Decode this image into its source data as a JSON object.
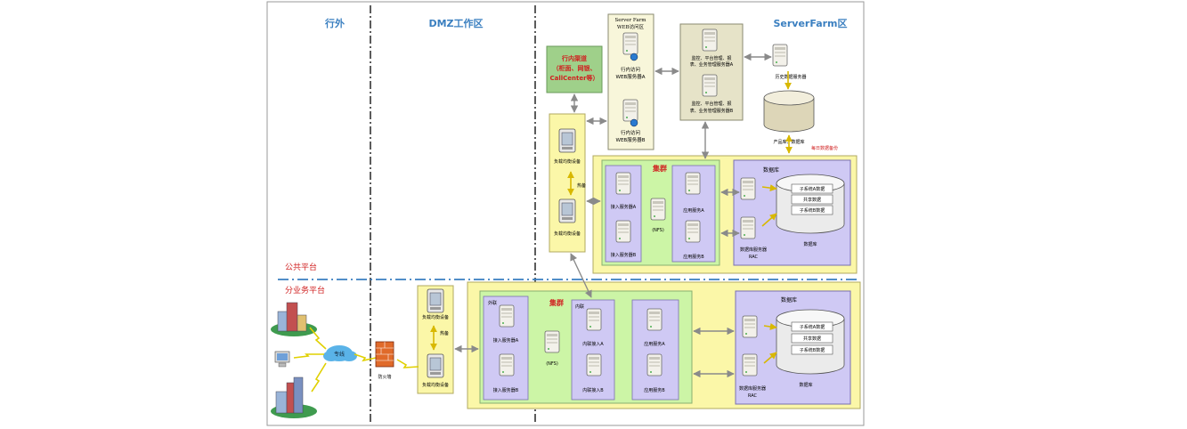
{
  "zones": {
    "outside": "行外",
    "dmz": "DMZ工作区",
    "serverfarm": "ServerFarm区",
    "public_platform": "公共平台",
    "branch_platform": "分业务平台"
  },
  "web_zone": {
    "title_line1": "Server Farm",
    "title_line2": "WEB访问区",
    "server_a_line1": "行内访问",
    "server_a_line2": "WEB服务器A",
    "server_b_line1": "行内访问",
    "server_b_line2": "WEB服务器B"
  },
  "channel_box": {
    "line1": "行内渠道",
    "line2": "（柜面、网银、",
    "line3": "CallCenter等）"
  },
  "monitor_servers": {
    "a_line1": "监控、平台管理、报",
    "a_line2": "表、业务管理服务器A",
    "b_line1": "监控、平台管理、报",
    "b_line2": "表、业务管理服务器B"
  },
  "history_server": "历史数据服务器",
  "product_db": "产品库、数据库",
  "daily_backup": "每日数据备份",
  "top": {
    "lb_a": "负载均衡设备",
    "lb_b": "负载均衡设备",
    "hot_standby": "热备",
    "cluster_label": "集群",
    "access_a": "接入服务器A",
    "access_b": "接入服务器B",
    "nfs": "(NFS)",
    "app_a": "应用服务A",
    "app_b": "应用服务B",
    "db_title": "数据库",
    "db_server": "数据库服务器",
    "rac": "RAC",
    "subsys_a": "子系统A数据",
    "shared": "共享数据",
    "subsys_b": "子系统B数据",
    "db_label": "数据库"
  },
  "bottom": {
    "lb_a": "负载均衡设备",
    "lb_b": "负载均衡设备",
    "hot_standby": "热备",
    "outer_net": "外联",
    "inner_net": "内联",
    "cluster_label": "集群",
    "access_a": "接入服务器A",
    "access_b": "接入服务器B",
    "nfs": "(NFS)",
    "inner_access_a": "内联接入A",
    "inner_access_b": "内联接入B",
    "app_a": "应用服务A",
    "app_b": "应用服务B",
    "db_title": "数据库",
    "db_server": "数据库服务器",
    "rac": "RAC",
    "subsys_a": "子系统A数据",
    "shared": "共享数据",
    "subsys_b": "子系统B数据",
    "db_label": "数据库"
  },
  "leased_line": "专线",
  "firewall": "防火墙",
  "colors": {
    "zone_blue": "#3a7fc0",
    "red_text": "#d02020",
    "cluster_yellow": "#fbf7a8",
    "cluster_green": "#ccf5a6",
    "db_lavender": "#cfc9f4",
    "channel_green": "#9fd08a",
    "arrow_yellow": "#f2d800"
  }
}
